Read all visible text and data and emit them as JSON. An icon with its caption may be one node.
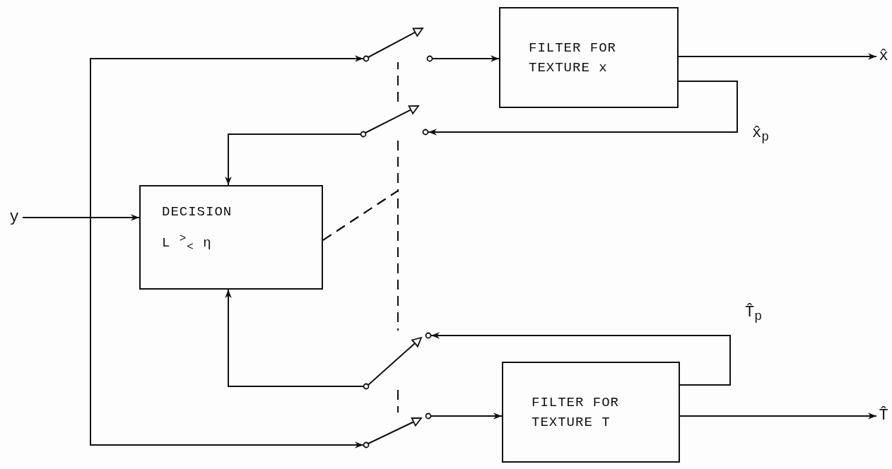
{
  "diagram": {
    "nodes": [
      {
        "text": [
          "y"
        ]
      },
      {
        "text": [
          "DECISION",
          "L $^{>}$$_{<}$ η"
        ]
      },
      {
        "text": [
          "FILTER FOR TEXTURE x"
        ]
      },
      {
        "text": [
          "FILTER FOR TEXTURE T"
        ]
      },
      {
        "text": [
          "x̂"
        ]
      },
      {
        "text": [
          "T̂"
        ]
      },
      {
        "text": [],
        "shape": "switch"
      },
      {
        "text": [],
        "shape": "switch"
      },
      {
        "text": [],
        "shape": "switch"
      },
      {
        "text": [],
        "shape": "switch"
      }
    ],
    "edges": [
      {
        "from": 0,
        "to": 1,
        "arrow": "to"
      },
      {
        "from": 0,
        "to": 6,
        "arrow": "to"
      },
      {
        "from": 0,
        "to": 9,
        "arrow": "to"
      },
      {
        "from": 6,
        "to": 2,
        "arrow": "to"
      },
      {
        "from": 2,
        "to": 4,
        "arrow": "to"
      },
      {
        "from": 2,
        "to": 7,
        "arrow": "to",
        "label": "x̂$_{p}$"
      },
      {
        "from": 7,
        "to": 1,
        "arrow": "to"
      },
      {
        "from": 3,
        "to": 8,
        "arrow": "to",
        "label": "T̂$_{p}$"
      },
      {
        "from": 8,
        "to": 1,
        "arrow": "to"
      },
      {
        "from": 9,
        "to": 3,
        "arrow": "to"
      },
      {
        "from": 3,
        "to": 5,
        "arrow": "to"
      },
      {
        "from": 1,
        "to": 7,
        "arrow": "none",
        "style": "dashed"
      },
      {
        "from": 7,
        "to": 6,
        "arrow": "none",
        "style": "dashed"
      },
      {
        "from": 1,
        "to": 8,
        "arrow": "none",
        "style": "dashed"
      },
      {
        "from": 8,
        "to": 9,
        "arrow": "none",
        "style": "dashed"
      }
    ]
  }
}
